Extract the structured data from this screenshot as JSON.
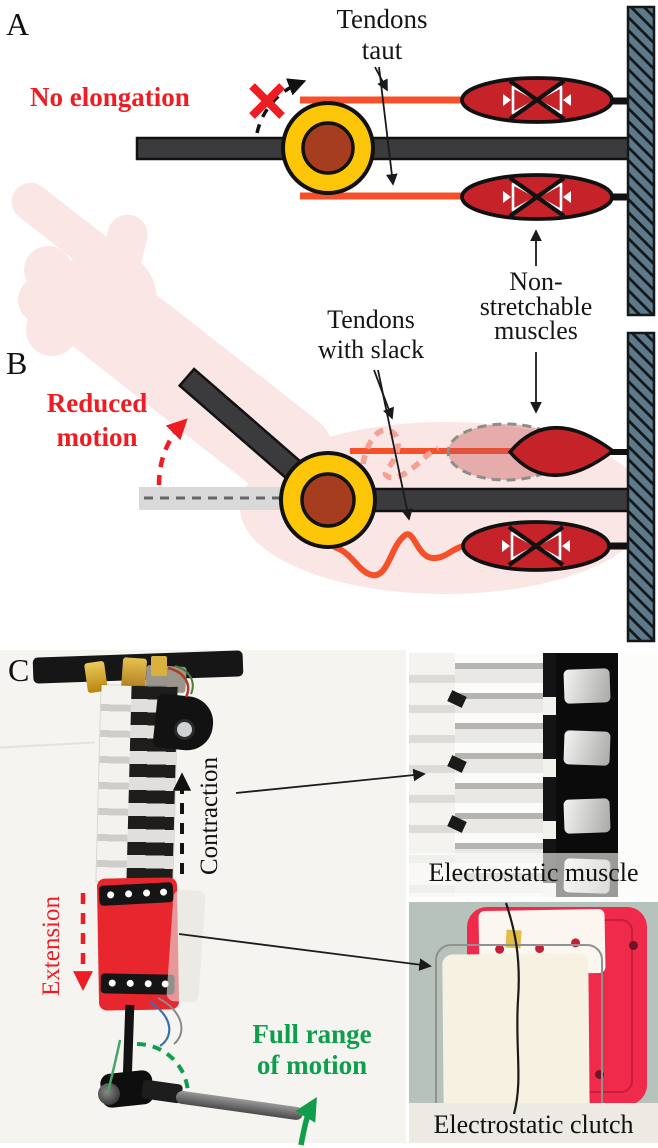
{
  "panel_a": {
    "label": "A",
    "no_elongation": "No elongation",
    "tendons_taut": "Tendons\ntaut"
  },
  "panel_b": {
    "label": "B",
    "reduced_motion": "Reduced\nmotion",
    "tendons_with_slack": "Tendons\nwith slack",
    "non_stretchable_muscles": "Non-\nstretchable\nmuscles"
  },
  "panel_c": {
    "label": "C",
    "contraction": "Contraction",
    "extension": "Extension",
    "full_range_of_motion": "Full range\nof motion",
    "muscle_caption": "Electrostatic muscle",
    "clutch_caption": "Electrostatic clutch"
  },
  "colors": {
    "annotation_red": "#ee1d23",
    "annotation_green": "#0f9e4c",
    "tendon_orange": "#f4512b",
    "muscle_red": "#c5222a",
    "pulley_yellow": "#fdc608",
    "pulley_hub_brown": "#a63d1f",
    "bone_gray": "#3b3b3d",
    "wall_slate": "#5c7a89",
    "skin_pink": "#fbe6e6",
    "clutch_plate_red": "#ef2a4b"
  }
}
